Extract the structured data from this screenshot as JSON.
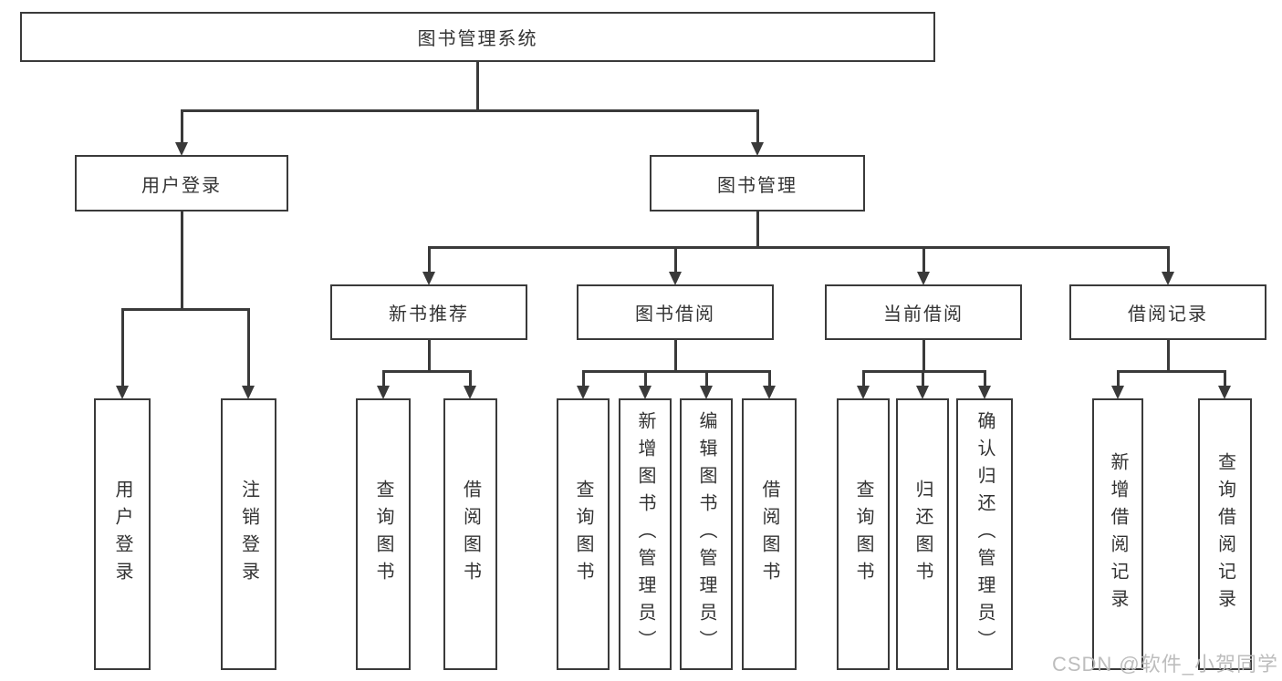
{
  "palette": {
    "stroke": "#3a3a3a",
    "text": "#333333",
    "background": "#ffffff",
    "watermark": "#b9b9b9"
  },
  "tree": {
    "root": "图书管理系统",
    "login": {
      "label": "用户登录",
      "children": [
        "用户登录",
        "注销登录"
      ]
    },
    "mgmt": {
      "label": "图书管理",
      "groups": [
        {
          "label": "新书推荐",
          "children": [
            "查询图书",
            "借阅图书"
          ]
        },
        {
          "label": "图书借阅",
          "children": [
            "查询图书",
            "新增图书（管理员）",
            "编辑图书（管理员）",
            "借阅图书"
          ]
        },
        {
          "label": "当前借阅",
          "children": [
            "查询图书",
            "归还图书",
            "确认归还（管理员）"
          ]
        },
        {
          "label": "借阅记录",
          "children": [
            "新增借阅记录",
            "查询借阅记录"
          ]
        }
      ]
    }
  },
  "watermark": {
    "text": "CSDN @软件_小贺同学"
  }
}
